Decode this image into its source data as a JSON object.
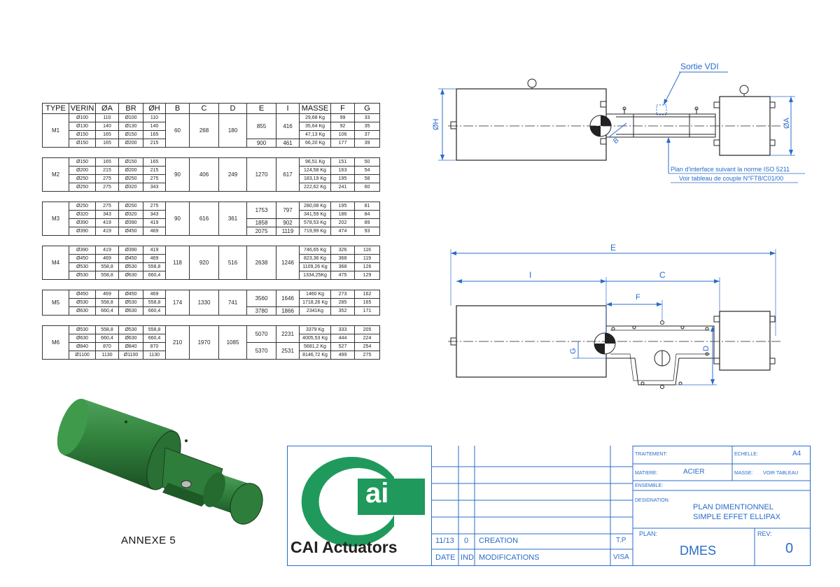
{
  "table": {
    "headers": [
      "TYPE",
      "VERIN",
      "ØA",
      "BR",
      "ØH",
      "B",
      "C",
      "D",
      "E",
      "I",
      "MASSE",
      "F",
      "G"
    ],
    "groups": [
      {
        "type": "M1",
        "b": "60",
        "c": "268",
        "d": "180",
        "e_groups": [
          {
            "value": "855",
            "rows": 3
          },
          {
            "value": "900",
            "rows": 1
          }
        ],
        "i_groups": [
          {
            "value": "416",
            "rows": 3
          },
          {
            "value": "461",
            "rows": 1
          }
        ],
        "rows": [
          [
            "Ø100",
            "110",
            "Ø100",
            "110",
            "29,68 Kg",
            "99",
            "33"
          ],
          [
            "Ø130",
            "140",
            "Ø130",
            "140",
            "35,64 Kg",
            "92",
            "35"
          ],
          [
            "Ø150",
            "165",
            "Ø150",
            "165",
            "47,13 Kg",
            "106",
            "37"
          ],
          [
            "Ø150",
            "165",
            "Ø200",
            "215",
            "66,20 Kg",
            "177",
            "39"
          ]
        ]
      },
      {
        "type": "M2",
        "b": "90",
        "c": "406",
        "d": "249",
        "e_groups": [
          {
            "value": "1270",
            "rows": 4
          }
        ],
        "i_groups": [
          {
            "value": "617",
            "rows": 4
          }
        ],
        "rows": [
          [
            "Ø150",
            "165",
            "Ø150",
            "165",
            "96,51 Kg",
            "151",
            "50"
          ],
          [
            "Ø200",
            "215",
            "Ø200",
            "215",
            "124,58 Kg",
            "163",
            "54"
          ],
          [
            "Ø250",
            "275",
            "Ø250",
            "275",
            "183,19 Kg",
            "195",
            "58"
          ],
          [
            "Ø250",
            "275",
            "Ø320",
            "343",
            "222,62 Kg",
            "241",
            "60"
          ]
        ]
      },
      {
        "type": "M3",
        "b": "90",
        "c": "616",
        "d": "361",
        "e_groups": [
          {
            "value": "1753",
            "rows": 2
          },
          {
            "value": "1858",
            "rows": 1
          },
          {
            "value": "2075",
            "rows": 1
          }
        ],
        "i_groups": [
          {
            "value": "797",
            "rows": 2
          },
          {
            "value": "902",
            "rows": 1
          },
          {
            "value": "1119",
            "rows": 1
          }
        ],
        "rows": [
          [
            "Ø250",
            "275",
            "Ø250",
            "275",
            "280,08 Kg",
            "195",
            "81"
          ],
          [
            "Ø320",
            "343",
            "Ø320",
            "343",
            "341,59 Kg",
            "186",
            "84"
          ],
          [
            "Ø390",
            "419",
            "Ø390",
            "419",
            "578,53 Kg",
            "202",
            "89"
          ],
          [
            "Ø390",
            "419",
            "Ø450",
            "469",
            "719,99 Kg",
            "474",
            "93"
          ]
        ]
      },
      {
        "type": "M4",
        "b": "118",
        "c": "920",
        "d": "516",
        "e_groups": [
          {
            "value": "2638",
            "rows": 4
          }
        ],
        "i_groups": [
          {
            "value": "1246",
            "rows": 4
          }
        ],
        "rows": [
          [
            "Ø390",
            "419",
            "Ø390",
            "419",
            "746,65 Kg",
            "326",
            "116"
          ],
          [
            "Ø450",
            "469",
            "Ø450",
            "469",
            "823,36 Kg",
            "368",
            "119"
          ],
          [
            "Ø530",
            "558,8",
            "Ø530",
            "558,8",
            "1109,26 Kg",
            "368",
            "126"
          ],
          [
            "Ø530",
            "558,8",
            "Ø630",
            "660,4",
            "1334,25Kg",
            "475",
            "129"
          ]
        ]
      },
      {
        "type": "M5",
        "b": "174",
        "c": "1330",
        "d": "741",
        "e_groups": [
          {
            "value": "3560",
            "rows": 2
          },
          {
            "value": "3780",
            "rows": 1
          }
        ],
        "i_groups": [
          {
            "value": "1646",
            "rows": 2
          },
          {
            "value": "1866",
            "rows": 1
          }
        ],
        "rows": [
          [
            "Ø450",
            "469",
            "Ø450",
            "469",
            "1460 Kg",
            "273",
            "162"
          ],
          [
            "Ø530",
            "558,8",
            "Ø530",
            "558,8",
            "1718,26 Kg",
            "285",
            "165"
          ],
          [
            "Ø630",
            "660,4",
            "Ø630",
            "660,4",
            "2341Kg",
            "352",
            "171"
          ]
        ]
      },
      {
        "type": "M6",
        "b": "210",
        "c": "1970",
        "d": "1085",
        "e_groups": [
          {
            "value": "5070",
            "rows": 2
          },
          {
            "value": "5370",
            "rows": 2
          }
        ],
        "i_groups": [
          {
            "value": "2231",
            "rows": 2
          },
          {
            "value": "2531",
            "rows": 2
          }
        ],
        "rows": [
          [
            "Ø530",
            "558,8",
            "Ø530",
            "558,8",
            "3379 Kg",
            "333",
            "205"
          ],
          [
            "Ø630",
            "660,4",
            "Ø630",
            "660,4",
            "4005,53 Kg",
            "444",
            "224"
          ],
          [
            "Ø840",
            "870",
            "Ø840",
            "870",
            "5681,2 Kg",
            "527",
            "254"
          ],
          [
            "Ø1100",
            "1130",
            "Ø1100",
            "1130",
            "8146,72 Kg",
            "499",
            "275"
          ]
        ]
      }
    ]
  },
  "top_drawing": {
    "sortie_label": "Sortie VDI",
    "dim_h": "ØH",
    "dim_a": "ØA",
    "dim_b": "B",
    "note_line1": "Plan d'interface suivant la norme ISO 5211",
    "note_line2": "Voir tableau de couple N°FT8/C01/00"
  },
  "bottom_drawing": {
    "dim_e": "E",
    "dim_i": "I",
    "dim_c": "C",
    "dim_f": "F",
    "dim_g": "G",
    "dim_d": "D"
  },
  "annex": {
    "label": "ANNEXE 5"
  },
  "title_block": {
    "logo_text": "CAI Actuators",
    "logo_mark": "ai",
    "traitement_label": "TRAITEMENT:",
    "echelle_label": "ECHELLE:",
    "echelle_value": "A4",
    "matiere_label": "MATIERE:",
    "matiere_value": "ACIER",
    "masse_label": "MASSE:",
    "masse_value": "VOIR TABLEAU",
    "ensemble_label": "ENSEMBLE:",
    "designation_label": "DESIGNATION:",
    "designation_line1": "PLAN DIMENTIONNEL",
    "designation_line2": "SIMPLE EFFET ELLIPAX",
    "plan_label": "PLAN:",
    "plan_value": "DMES",
    "rev_label": "REV:",
    "rev_value": "0",
    "rev_row": {
      "date": "11/13",
      "ind": "0",
      "modification": "CREATION",
      "visa": "T.P"
    },
    "header_row": {
      "date": "DATE",
      "ind": "IND",
      "modification": "MODIFICATIONS",
      "visa": "VISA"
    }
  },
  "colors": {
    "dimension_blue": "#2a6cc9",
    "logo_green": "#1f9a5c",
    "actuator_green": "#2e7d3a"
  }
}
